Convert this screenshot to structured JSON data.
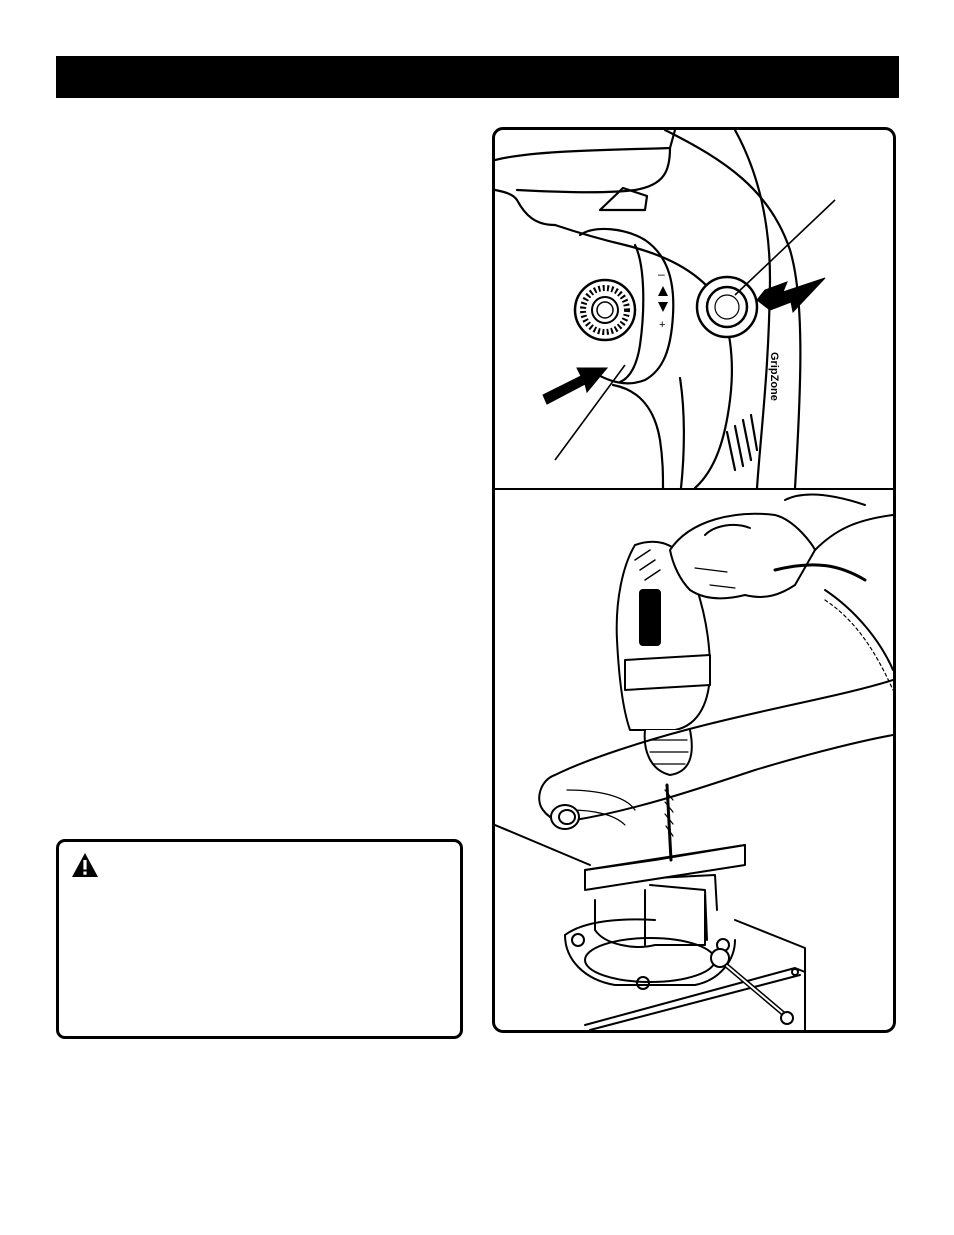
{
  "header": {
    "title": ""
  },
  "figure": {
    "top_panel": {
      "icon": "drill-handle-closeup-illustration",
      "handle_brand_text": "GripZone",
      "speed_dial_marks": [
        "–",
        "+"
      ]
    },
    "bottom_panel": {
      "icon": "drilling-into-vise-illustration"
    }
  },
  "warning": {
    "icon": "warning-triangle-icon",
    "text": ""
  },
  "colors": {
    "ink": "#000000",
    "paper": "#ffffff"
  }
}
